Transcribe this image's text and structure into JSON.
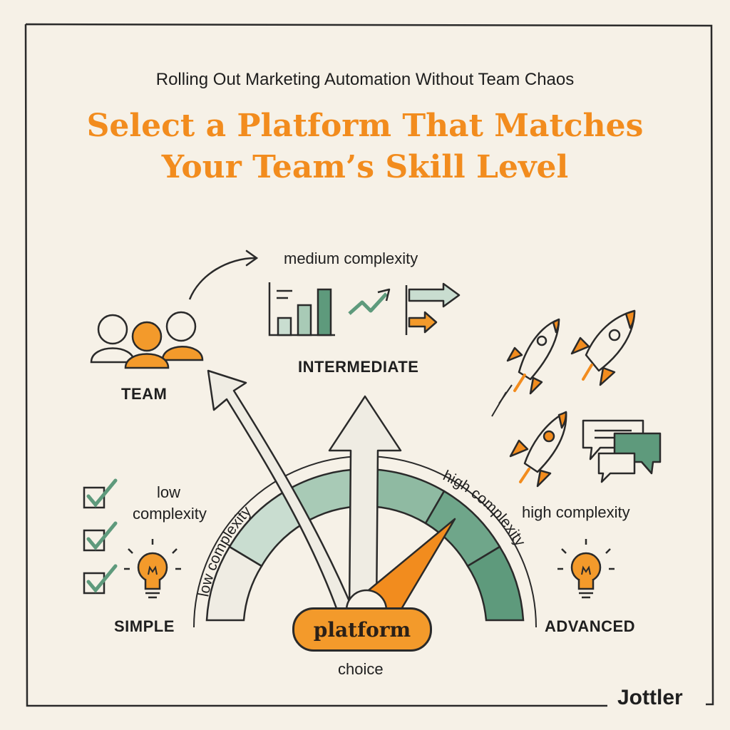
{
  "header": {
    "subtitle": "Rolling Out Marketing Automation Without Team Chaos",
    "headline_line1": "Select a Platform That Matches",
    "headline_line2": "Your Team’s Skill Level"
  },
  "levels": {
    "simple": {
      "caption": "SIMPLE",
      "note_line1": "low",
      "note_line2": "complexity"
    },
    "intermediate": {
      "caption": "INTERMEDIATE",
      "note": "medium complexity"
    },
    "advanced": {
      "caption": "ADVANCED",
      "note": "high complexity"
    }
  },
  "team": {
    "caption": "TEAM"
  },
  "gauge": {
    "low_label": "low complexity",
    "high_label": "high complexity",
    "center_label": "platform",
    "center_sub": "choice"
  },
  "brand": {
    "name": "Jottler"
  },
  "colors": {
    "accent_orange": "#f28c1e",
    "green_dark": "#5e9a7c",
    "green_mid": "#8fbaa2",
    "green_light": "#c9ddd0",
    "ink": "#2a2a2a",
    "paper": "#f6f1e7"
  }
}
